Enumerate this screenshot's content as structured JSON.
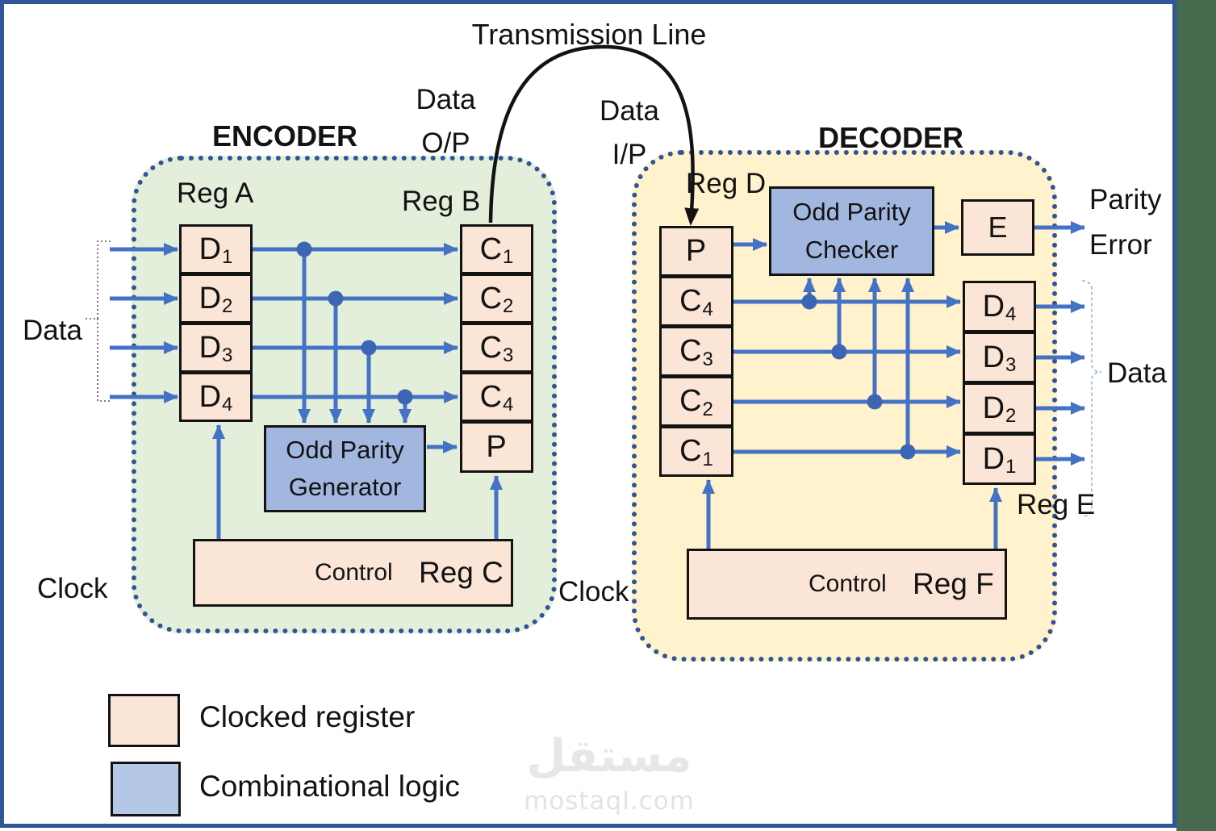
{
  "labels": {
    "transmission_line": "Transmission Line",
    "data_op_line1": "Data",
    "data_op_line2": "O/P",
    "data_ip_line1": "Data",
    "data_ip_line2": "I/P",
    "encoder_title": "ENCODER",
    "decoder_title": "DECODER",
    "reg_a": "Reg A",
    "reg_b": "Reg B",
    "reg_d": "Reg D",
    "reg_e": "Reg E",
    "data_left": "Data",
    "data_right": "Data",
    "clock_left": "Clock",
    "clock_right": "Clock",
    "parity_error_line1": "Parity",
    "parity_error_line2": "Error"
  },
  "encoder": {
    "reg_a_cells": [
      {
        "base": "D",
        "sub": "1"
      },
      {
        "base": "D",
        "sub": "2"
      },
      {
        "base": "D",
        "sub": "3"
      },
      {
        "base": "D",
        "sub": "4"
      }
    ],
    "reg_b_cells": [
      {
        "base": "C",
        "sub": "1"
      },
      {
        "base": "C",
        "sub": "2"
      },
      {
        "base": "C",
        "sub": "3"
      },
      {
        "base": "C",
        "sub": "4"
      },
      {
        "base": "P",
        "sub": ""
      }
    ],
    "generator_line1": "Odd Parity",
    "generator_line2": "Generator",
    "control_label": "Control",
    "control_reg": "Reg C"
  },
  "decoder": {
    "reg_d_cells": [
      {
        "base": "P",
        "sub": ""
      },
      {
        "base": "C",
        "sub": "4"
      },
      {
        "base": "C",
        "sub": "3"
      },
      {
        "base": "C",
        "sub": "2"
      },
      {
        "base": "C",
        "sub": "1"
      }
    ],
    "checker_line1": "Odd Parity",
    "checker_line2": "Checker",
    "e_box": "E",
    "reg_e_cells": [
      {
        "base": "D",
        "sub": "4"
      },
      {
        "base": "D",
        "sub": "3"
      },
      {
        "base": "D",
        "sub": "2"
      },
      {
        "base": "D",
        "sub": "1"
      }
    ],
    "control_label": "Control",
    "control_reg": "Reg F"
  },
  "legend": {
    "items": [
      {
        "label": "Clocked register",
        "swatch_style": "background:#fbe5d6"
      },
      {
        "label": "Combinational logic",
        "swatch_style": "background:#b4c7e7"
      }
    ]
  },
  "watermark": {
    "logo": "مستقل",
    "url": "mostaql.com"
  },
  "colors": {
    "frame_blue": "#31569a",
    "side_strip_green": "#47694d",
    "encoder_panel_fill": "#e3efda",
    "decoder_panel_fill": "#fff2cc",
    "clocked_register_fill": "#fbe5d6",
    "combinational_logic_fill": "#a2b7e0",
    "legend_combinational_fill": "#b4c7e7",
    "arrow_blue": "#4472c4",
    "junction_dot_blue": "#3b66b4",
    "panel_dotted_border": "#2e5597",
    "line_black": "#131313"
  }
}
